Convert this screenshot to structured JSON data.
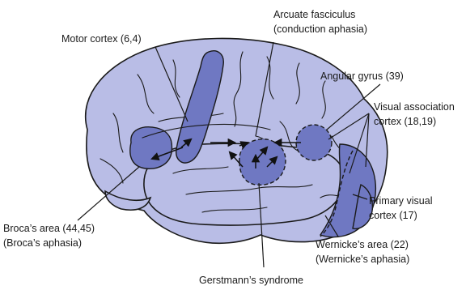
{
  "colors": {
    "brain_fill": "#b9bde6",
    "region_fill": "#6f78c2",
    "outline": "#1a1a1a"
  },
  "labels": {
    "motor_cortex": "Motor cortex (6,4)",
    "arcuate_line1": "Arcuate fasciculus",
    "arcuate_line2": "(conduction aphasia)",
    "angular_gyrus": "Angular gyrus (39)",
    "visual_assoc_line1": "Visual association",
    "visual_assoc_line2": "cortex (18,19)",
    "primary_visual_line1": "Primary visual",
    "primary_visual_line2": "cortex (17)",
    "wernicke_line1": "Wernicke’s area (22)",
    "wernicke_line2": "(Wernicke’s aphasia)",
    "gerstmann": "Gerstmann’s syndrome",
    "broca_line1": "Broca’s area (44,45)",
    "broca_line2": "(Broca’s aphasia)"
  }
}
